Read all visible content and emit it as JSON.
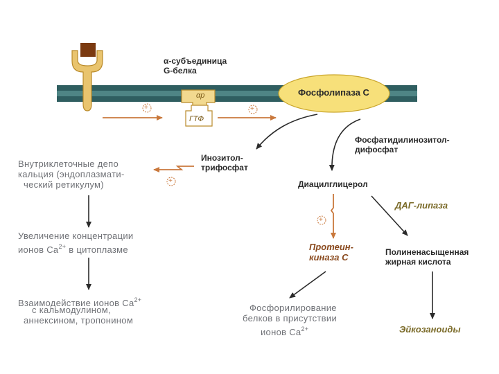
{
  "labels": {
    "alpha_subunit_l1": "α-субъединица",
    "alpha_subunit_l2": "G-белка",
    "phospholipase": "Фосфолипаза С",
    "alpha_box": "αр",
    "gtp_box": "ГТФ",
    "pip2_l1": "Фосфатидилинозитол-",
    "pip2_l2": "дифосфат",
    "ip3_l1": "Инозитол-",
    "ip3_l2": "трифосфат",
    "depot_l1": "Внутриклеточные депо",
    "depot_l2": "кальция (эндоплазмати-",
    "depot_l3": "ческий ретикулум)",
    "dag": "Диацилглицерол",
    "dag_lipase": "ДАГ-липаза",
    "ca_increase_l1": "Увеличение концентрации",
    "ca_increase_l2": "ионов Ca",
    "ca_increase_sup": "2+",
    "ca_increase_l2b": " в цитоплазме",
    "pkc_l1": "Протеин-",
    "pkc_l2": "киназа С",
    "pufa_l1": "Полиненасыщенная",
    "pufa_l2": "жирная кислота",
    "ca_interact_l1": "Взаимодействие ионов Ca",
    "ca_interact_sup": "2+",
    "ca_interact_l2": "с кальмодулином,",
    "ca_interact_l3": "аннексином, тропонином",
    "phos_l1": "Фосфорилирование",
    "phos_l2": "белков в присутствии",
    "phos_l3": "ионов Ca",
    "phos_sup": "2+",
    "eicosanoids": "Эйкозаноиды",
    "plus_sign": "+"
  },
  "colors": {
    "membrane": "#2f5e60",
    "membrane_stripe": "#4f8585",
    "receptor": "#e9c46e",
    "ligand": "#7b3a10",
    "enzyme": "#f7e07a",
    "arrow_dark": "#2b2b2b",
    "arrow_orange": "#c9783c"
  }
}
